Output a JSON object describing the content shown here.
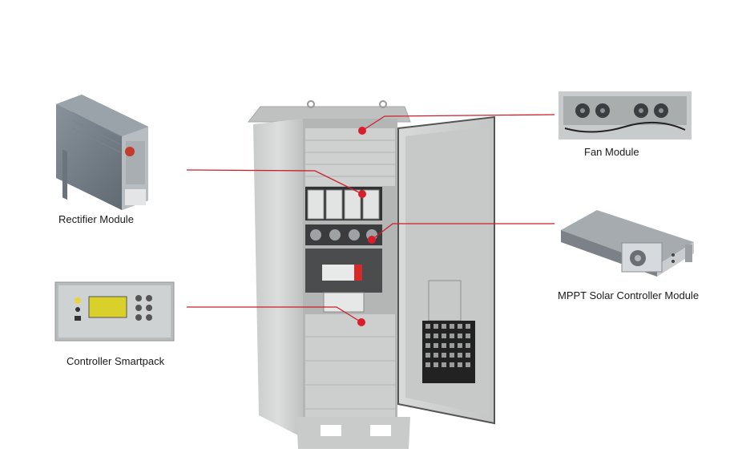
{
  "labels": {
    "rectifier": "Rectifier Module",
    "controller": "Controller Smartpack",
    "fan": "Fan Module",
    "mppt": "MPPT Solar Controller Module"
  },
  "colors": {
    "callout_line": "#cc1f2b",
    "callout_dot": "#d81e2b",
    "cabinet": "#d2d4d3"
  }
}
